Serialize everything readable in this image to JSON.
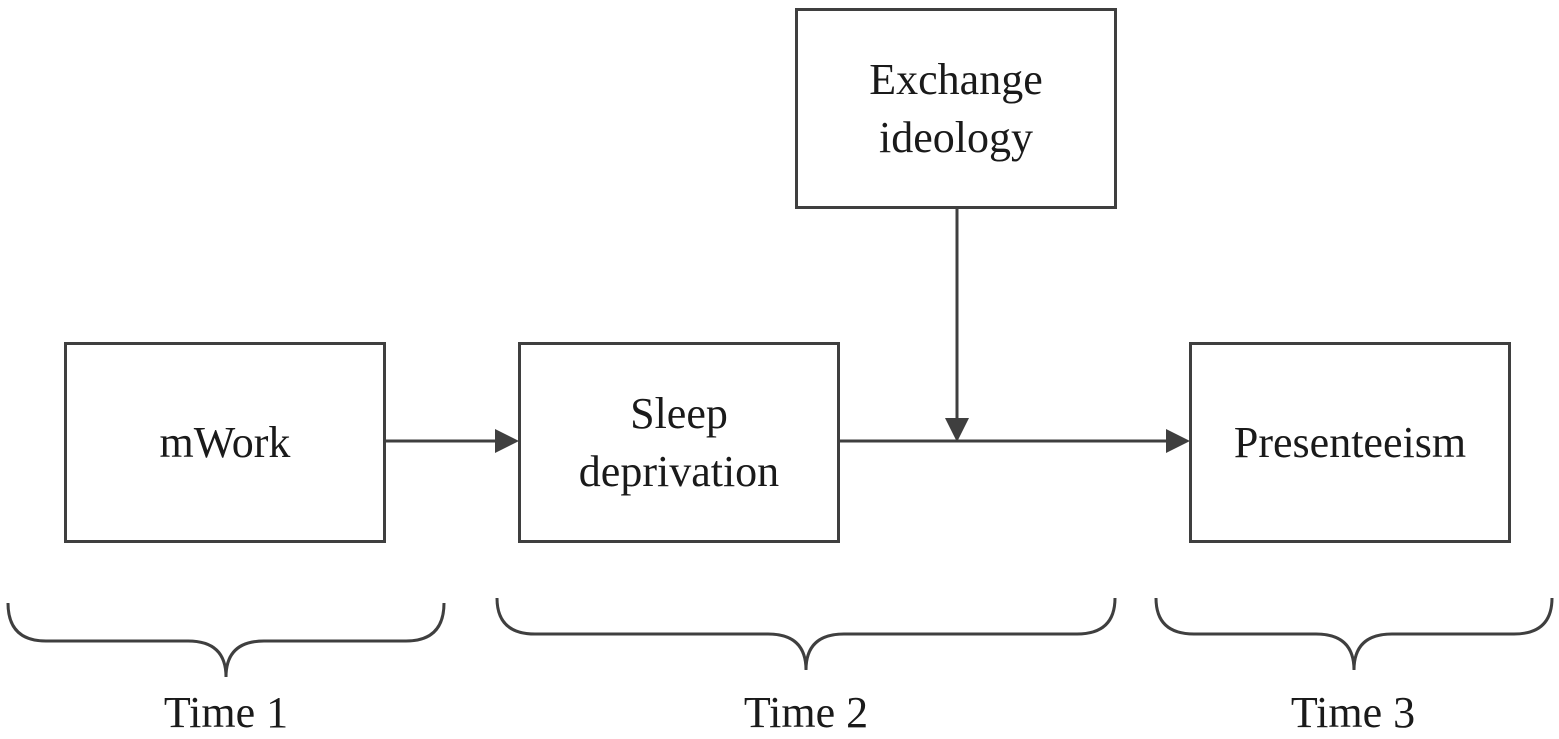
{
  "nodes": {
    "mwork": {
      "line1": "mWork"
    },
    "sleep_deprivation": {
      "line1": "Sleep",
      "line2": "deprivation"
    },
    "exchange_ideology": {
      "line1": "Exchange",
      "line2": "ideology"
    },
    "presenteeism": {
      "line1": "Presenteeism"
    }
  },
  "time_labels": {
    "time1": "Time 1",
    "time2": "Time 2",
    "time3": "Time 3"
  },
  "colors": {
    "stroke": "#3f3f3f",
    "text": "#1a1a1a",
    "background": "#ffffff"
  }
}
